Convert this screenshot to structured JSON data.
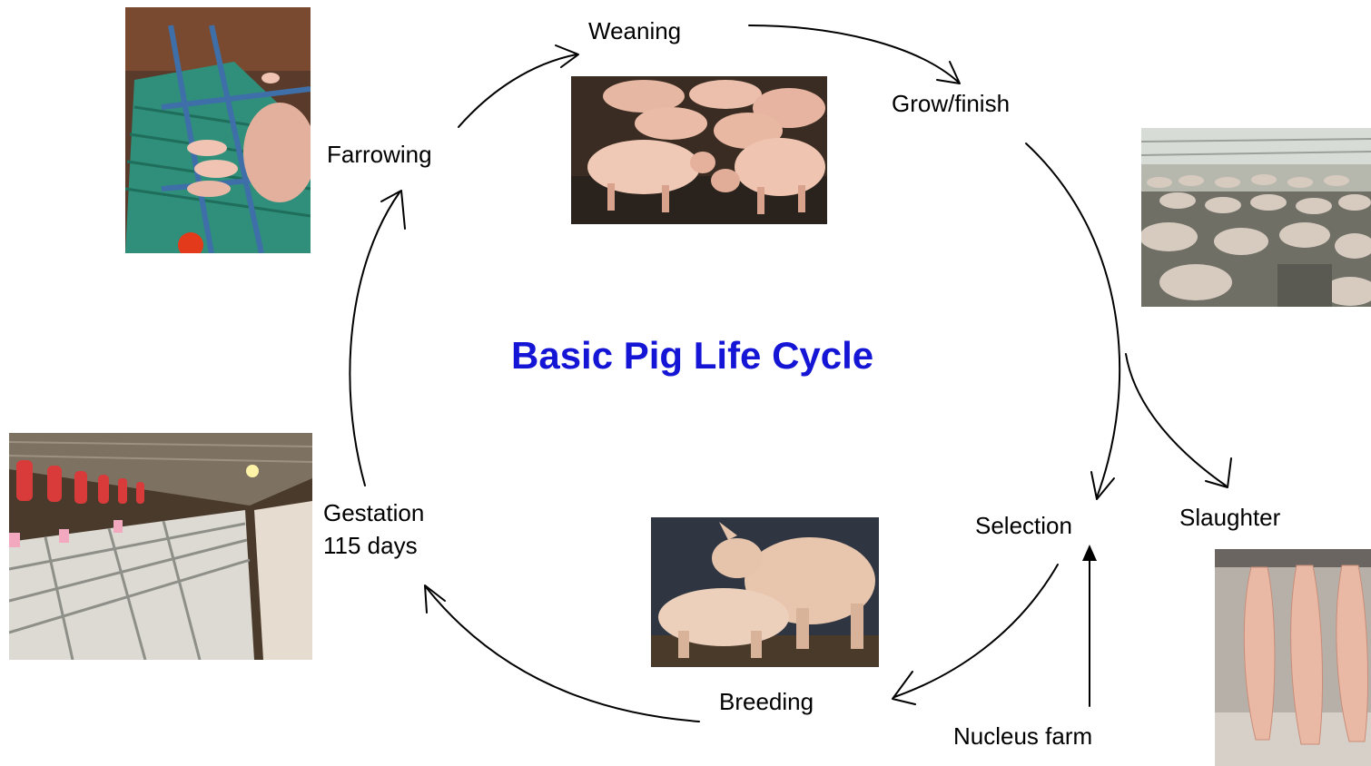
{
  "title": "Basic Pig Life Cycle",
  "stages": {
    "weaning": "Weaning",
    "grow_finish": "Grow/finish",
    "farrowing": "Farrowing",
    "gestation_line1": "Gestation",
    "gestation_line2": "115 days",
    "breeding": "Breeding",
    "selection": "Selection",
    "slaughter": "Slaughter",
    "nucleus_farm": "Nucleus farm"
  },
  "colors": {
    "title": "#1515d6",
    "arrow": "#000000",
    "pig_skin": "#e9b9a6"
  },
  "photos": {
    "farrowing": "farrowing-crate-photo",
    "weaning": "weaned-piglets-photo",
    "grow_finish": "finishing-barn-photo",
    "gestation": "gestation-stalls-photo",
    "breeding": "breeding-pigs-photo",
    "slaughter": "pork-carcasses-photo"
  }
}
